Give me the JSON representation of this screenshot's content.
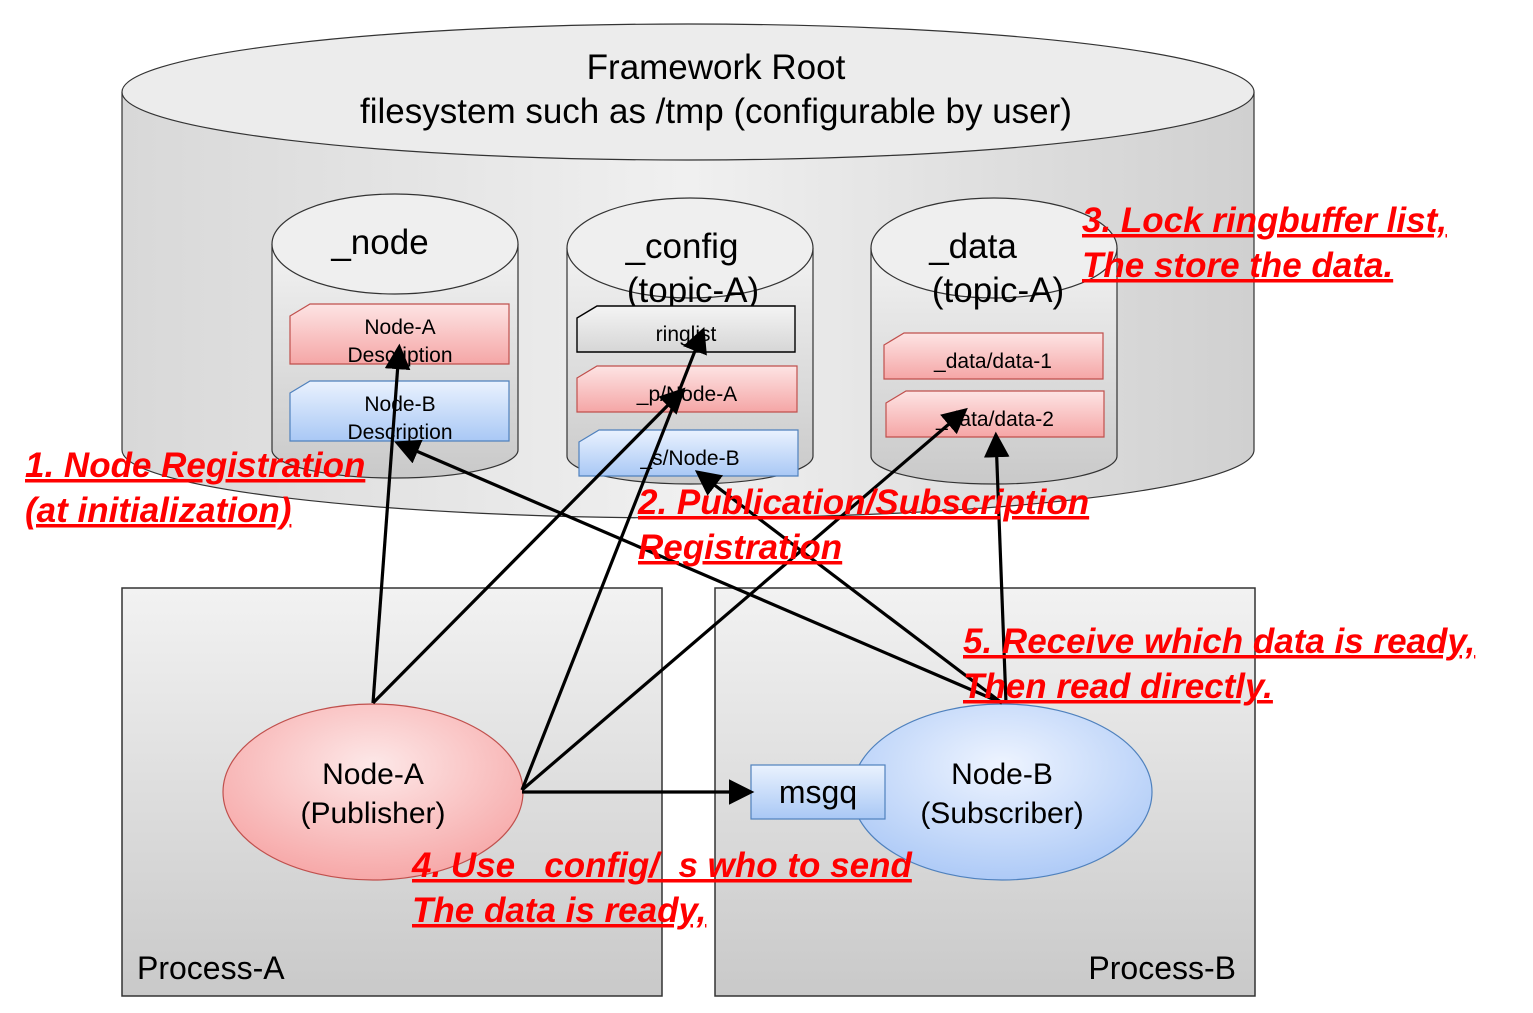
{
  "root": {
    "title": "Framework Root",
    "subtitle": "filesystem such as /tmp (configurable by user)"
  },
  "stores": {
    "node": {
      "title": "_node",
      "items": [
        "Node-A",
        "Description",
        "Node-B",
        "Description"
      ]
    },
    "config": {
      "title": "_config",
      "subtitle": "(topic-A)",
      "items": [
        "ringlist",
        "_p/Node-A",
        "_s/Node-B"
      ]
    },
    "data": {
      "title": "_data",
      "subtitle": "(topic-A)",
      "items": [
        "_data/data-1",
        "_data/data-2"
      ]
    }
  },
  "processes": {
    "a": {
      "label": "Process-A",
      "node_title": "Node-A",
      "node_role": "(Publisher)"
    },
    "b": {
      "label": "Process-B",
      "node_title": "Node-B",
      "node_role": "(Subscriber)",
      "msgq": "msgq"
    }
  },
  "steps": {
    "s1_line1": "1. Node Registration",
    "s1_line2": "(at initialization)",
    "s2_line1": "2. Publication/Subscription",
    "s2_line2": "Registration",
    "s3_line1": "3. Lock ringbuffer list,",
    "s3_line2": "The store the data.",
    "s4_line1": "4. Use _config/_s who to send",
    "s4_line2": "The data is ready,",
    "s5_line1": "5. Receive which data is ready,",
    "s5_line2": "Then read directly."
  },
  "colors": {
    "red_fill": "#fbd0d0",
    "blue_fill": "#d3e3fb",
    "annotation": "#ff0000"
  }
}
